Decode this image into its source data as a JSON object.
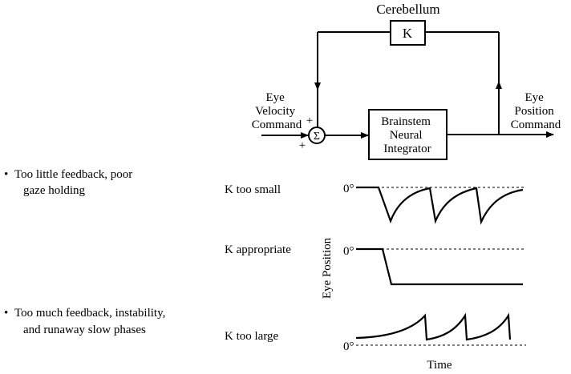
{
  "diagram": {
    "cerebellum_label": "Cerebellum",
    "gain_label": "K",
    "input_label": [
      "Eye",
      "Velocity",
      "Command"
    ],
    "sum_symbol": "Σ",
    "plus_top": "+",
    "plus_bottom": "+",
    "integrator_label": [
      "Brainstem",
      "Neural",
      "Integrator"
    ],
    "output_label": [
      "Eye",
      "Position",
      "Command"
    ]
  },
  "notes": [
    {
      "line1": "Too little feedback, poor",
      "line2": "gaze holding"
    },
    {
      "line1": "Too much feedback, instability,",
      "line2": "and runaway slow phases"
    }
  ],
  "traces": {
    "ylabel": "Eye Position",
    "xlabel": "Time",
    "zero_label": "0°",
    "panels": [
      {
        "label": "K too small"
      },
      {
        "label": "K appropriate"
      },
      {
        "label": "K too large"
      }
    ]
  }
}
